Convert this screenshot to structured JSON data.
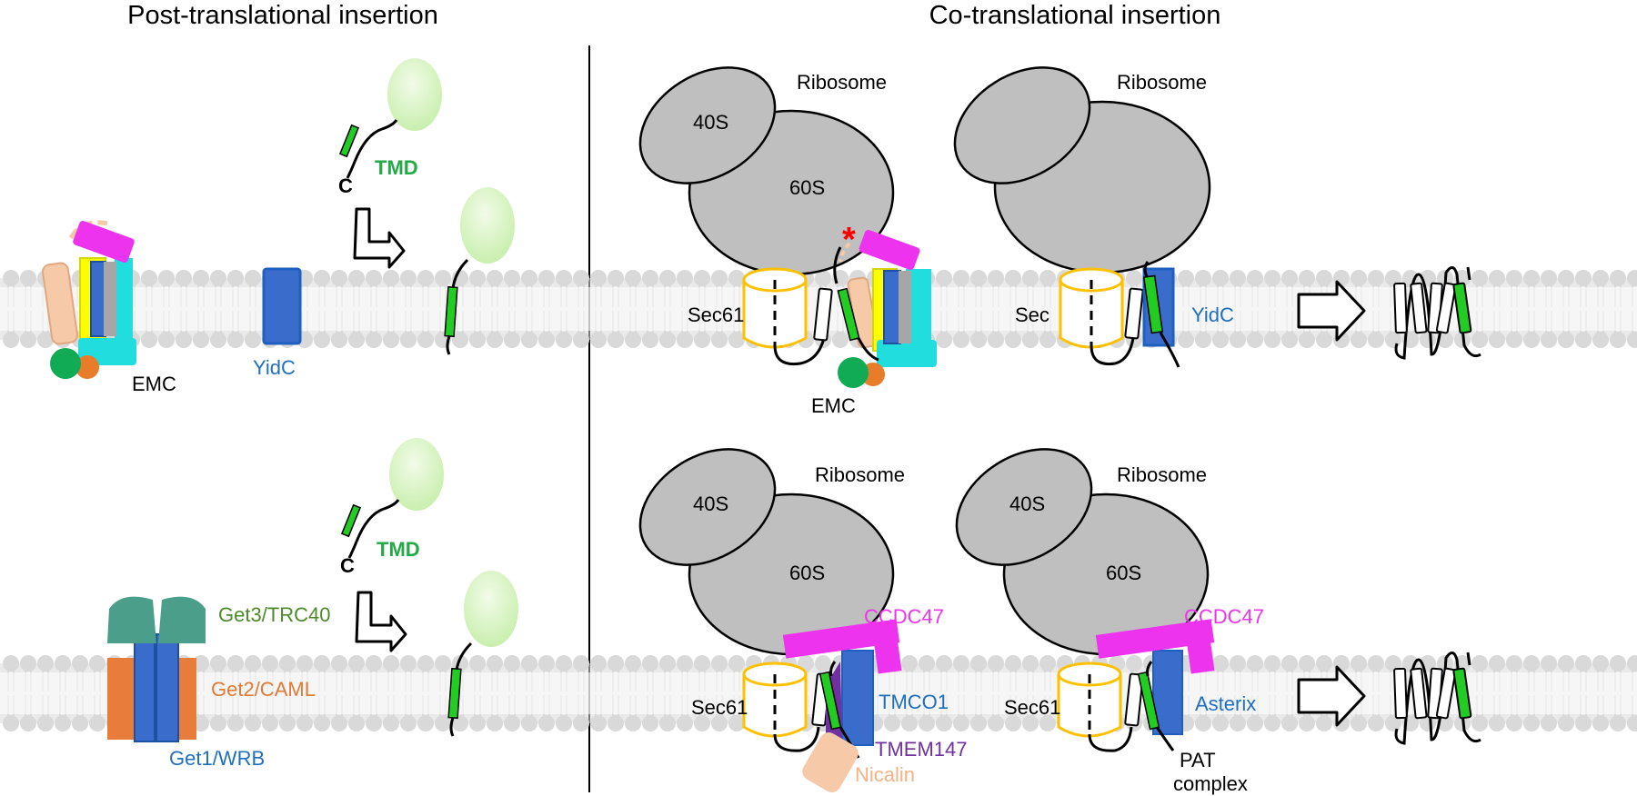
{
  "titles": {
    "post": "Post-translational insertion",
    "co": "Co-translational insertion"
  },
  "labels": {
    "emc": "EMC",
    "yidc": "YidC",
    "tmd": "TMD",
    "c_term": "C",
    "get3": "Get3/TRC40",
    "get2": "Get2/CAML",
    "get1": "Get1/WRB",
    "ribosome": "Ribosome",
    "s40": "40S",
    "s60": "60S",
    "sec61": "Sec61",
    "sec": "Sec",
    "ccdc47": "CCDC47",
    "tmco1": "TMCO1",
    "tmem147": "TMEM147",
    "nicalin": "Nicalin",
    "asterix": "Asterix",
    "pat_line1": "PAT",
    "pat_line2": "complex",
    "asterisk": "*"
  },
  "colors": {
    "membrane_head": "#d9d9d9",
    "ribosome": "#bfbfbf",
    "tmd_green": "#22cc22",
    "emc_magenta": "#ee33ee",
    "emc_cyan": "#22dddd",
    "emc_yellow": "#ffff00",
    "emc_peach": "#f6c9a8",
    "emc_green_ball": "#11aa55",
    "emc_orange": "#e87c2a",
    "blue": "#3a6ccc",
    "gray_tm": "#a6a6a6",
    "sec61_outline": "#ffc000",
    "get3_teal": "#4a9e8a",
    "get2_orange": "#e87c3a",
    "text_blue": "#1f6fbf",
    "text_green": "#22aa44",
    "text_olive": "#4c8a2a",
    "text_orange": "#e07a36",
    "text_purple": "#7030a0",
    "text_peach": "#f4b183",
    "text_magenta": "#ee33ee",
    "asterisk_red": "#ff0000"
  }
}
